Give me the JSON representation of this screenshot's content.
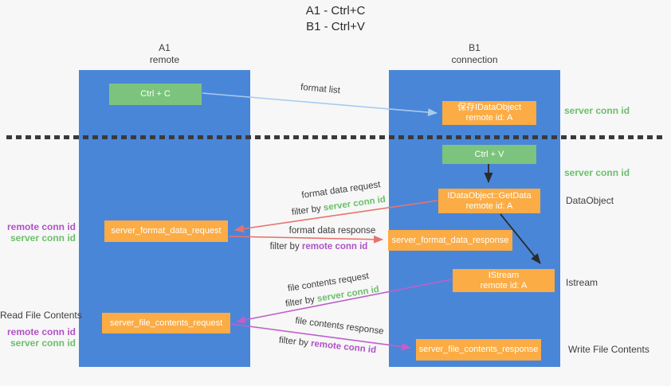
{
  "title": {
    "line1": "A1 - Ctrl+C",
    "line2": "B1 - Ctrl+V"
  },
  "columns": {
    "left": {
      "id": "A1",
      "subtitle": "remote"
    },
    "right": {
      "id": "B1",
      "subtitle": "connection"
    }
  },
  "nodes": {
    "ctrl_c": {
      "label": "Ctrl + C"
    },
    "save_dataobject": {
      "line1": "保存IDataObject",
      "line2": "remote id: A"
    },
    "ctrl_v": {
      "label": "Ctrl + V"
    },
    "getdata": {
      "line1": "IDataObject::GetData",
      "line2": "remote id: A"
    },
    "format_request": {
      "label": "server_format_data_request"
    },
    "format_response": {
      "label": "server_format_data_response"
    },
    "istream": {
      "line1": "IStream",
      "line2": "remote id: A"
    },
    "file_request": {
      "label": "server_file_contents_request"
    },
    "file_response": {
      "label": "server_file_contents_response"
    }
  },
  "flow_labels": {
    "format_list": "format list",
    "format_data_request": "format data request",
    "format_data_response": "format data response",
    "file_contents_request": "file contents request",
    "file_contents_response": "file contents response",
    "filter_prefix": "filter by ",
    "server_conn_id": "server conn id",
    "remote_conn_id": "remote conn id"
  },
  "side_labels": {
    "server_conn_id_top": "server conn id",
    "server_conn_id_mid": "server conn id",
    "dataobject": "DataObject",
    "istream": "Istream",
    "write_file_contents": "Write File Contents",
    "remote_conn_id_left1": "remote conn id",
    "server_conn_id_left1": "server conn id",
    "read_file_contents": "Read File Contents",
    "remote_conn_id_left2": "remote conn id",
    "server_conn_id_left2": "server conn id"
  },
  "colors": {
    "column_blue": "#4A86D8",
    "box_green": "#7CC47D",
    "box_orange": "#FBAC45",
    "arrow_light_blue": "#A8CBEE",
    "arrow_salmon": "#E8736D",
    "arrow_magenta": "#C05FCB",
    "arrow_black": "#2B2B2B",
    "text_green": "#6CBF6C",
    "text_purple": "#B052C7",
    "text_dark": "#3D3D3D",
    "bg": "#F7F7F7"
  }
}
